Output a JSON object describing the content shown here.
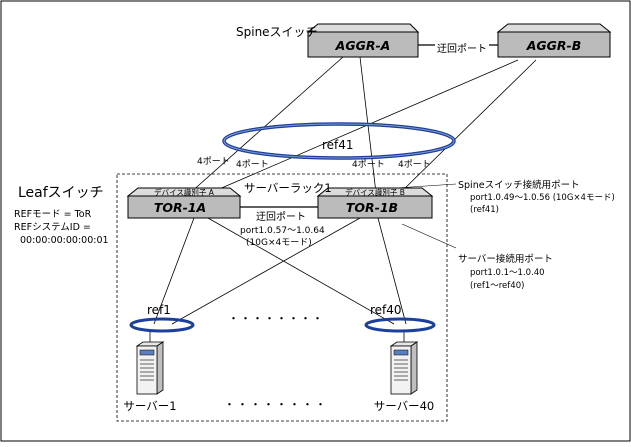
{
  "titles": {
    "spine": "Spineスイッチ",
    "leaf": "Leafスイッチ",
    "rack": "サーバーラック1"
  },
  "spine_switches": {
    "a": "AGGR-A",
    "b": "AGGR-B",
    "link_label": "迂回ポート"
  },
  "leaf_switches": {
    "a": {
      "name": "TOR-1A",
      "id_label": "デバイス識別子 A"
    },
    "b": {
      "name": "TOR-1B",
      "id_label": "デバイス識別子 B"
    },
    "link_label": "迂回ポート",
    "link_ports": "port1.0.57～1.0.64",
    "link_mode": "(10G×4モード)"
  },
  "lags": {
    "ref41": "ref41",
    "ref1": "ref1",
    "ref40": "ref40",
    "port_count_label": "4ポート"
  },
  "ref_settings": {
    "mode": "REFモード = ToR",
    "system_id_label": "REFシステムID =",
    "system_id_value": "00:00:00:00:00:01"
  },
  "annotations": {
    "spine_port_title": "Spineスイッチ接続用ポート",
    "spine_port_range": "port1.0.49～1.0.56 (10G×4モード)",
    "spine_port_ref": "(ref41)",
    "server_port_title": "サーバー接続用ポート",
    "server_port_range": "port1.0.1～1.0.40",
    "server_port_ref": "(ref1～ref40)"
  },
  "servers": {
    "first": "サーバー1",
    "last": "サーバー40",
    "ellipsis": "・・・・・・・・"
  },
  "colors": {
    "switch_fill": "#bbbbbb",
    "switch_top": "#dcdcdc",
    "lag_ring": "#1b3f9a",
    "line": "#000000"
  }
}
